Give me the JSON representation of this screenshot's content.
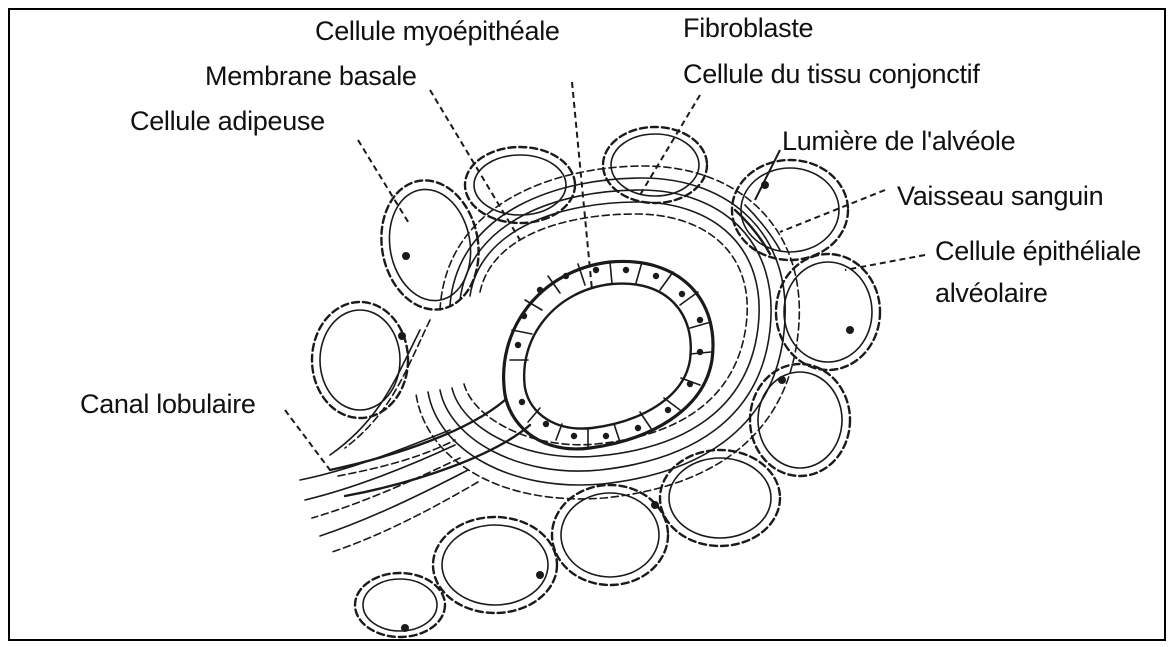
{
  "labels": {
    "myoepithelial": "Cellule myoépithéale",
    "fibroblast": "Fibroblaste",
    "basement_membrane": "Membrane basale",
    "connective_cell": "Cellule du tissu conjonctif",
    "adipocyte": "Cellule adipeuse",
    "alveolar_lumen": "Lumière de l'alvéole",
    "blood_vessel": "Vaisseau sanguin",
    "alveolar_epithelial_1": "Cellule épithéliale",
    "alveolar_epithelial_2": "alvéolaire",
    "lobular_duct": "Canal lobulaire"
  }
}
